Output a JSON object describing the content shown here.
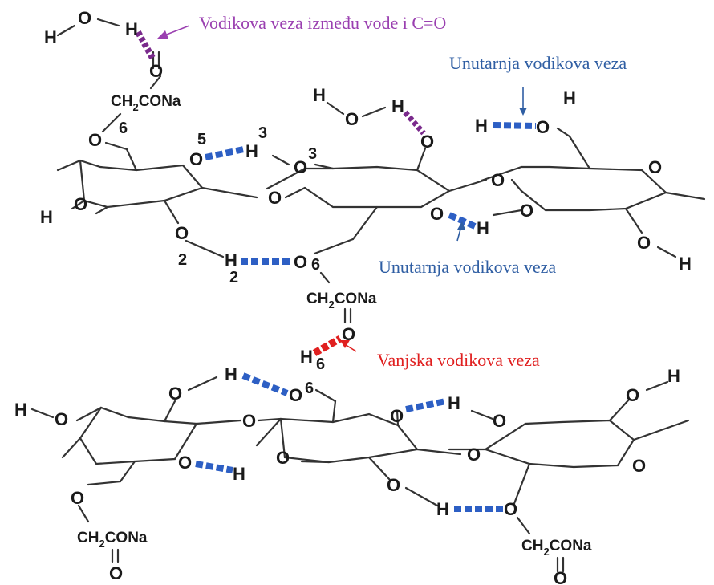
{
  "labels": {
    "water_carbonyl": "Vodikova veza između vode i C=O",
    "internal_top": "Unutarnja vodikova veza",
    "internal_mid": "Unutarnja vodikova veza",
    "external": "Vanjska vodikova veza"
  },
  "groups": {
    "carboxymethyl": "CH",
    "carboxymethyl_sub": "2",
    "carboxymethyl_tail": "CONa"
  },
  "atoms": {
    "oxygen": "O",
    "hydrogen": "H"
  },
  "numbers": {
    "n2": "2",
    "n3": "3",
    "n5": "5",
    "n6": "6"
  },
  "colors": {
    "intra_bond": "#2d5fc4",
    "water_bond": "#7a2a8c",
    "external_bond": "#e02020",
    "label_purple": "#9a3fb0",
    "label_blue": "#2f5ea3",
    "label_red": "#e02020",
    "skeleton": "#333333"
  }
}
